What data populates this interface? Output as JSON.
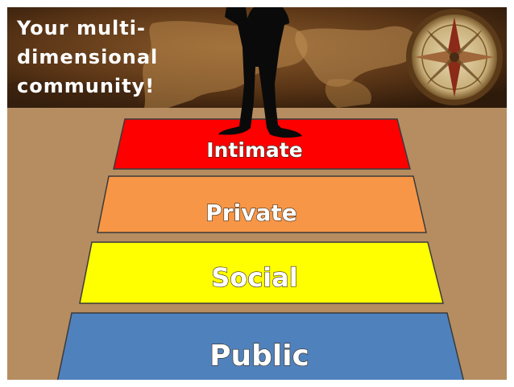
{
  "title_lines": [
    "Your multi-",
    "dimensional",
    "community!"
  ],
  "tiers": [
    {
      "label": "Intimate",
      "color": "#ff0000"
    },
    {
      "label": "Private",
      "color": "#f79646"
    },
    {
      "label": "Social",
      "color": "#ffff00"
    },
    {
      "label": "Public",
      "color": "#4f81bd"
    }
  ],
  "colors": {
    "background": "#b68d61",
    "banner": "#4a2c14",
    "tier_outline": "#3a3a3a"
  }
}
